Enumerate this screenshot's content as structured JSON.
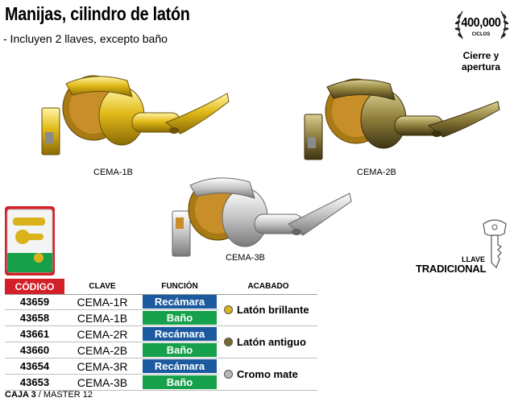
{
  "header": {
    "title": "Manijas, cilindro de latón",
    "subtitle": "- Incluyen 2 llaves, excepto baño"
  },
  "badge": {
    "number": "400,000",
    "unit": "CICLOS",
    "caption_line1": "Cierre y",
    "caption_line2": "apertura"
  },
  "products": {
    "label_1b": "CEMA-1B",
    "label_2b": "CEMA-2B",
    "label_3b": "CEMA-3B"
  },
  "key_label": {
    "line1": "LLAVE",
    "line2": "TRADICIONAL"
  },
  "table": {
    "headers": [
      "CÓDIGO",
      "CLAVE",
      "FUNCIÓN",
      "ACABADO"
    ],
    "rows": [
      {
        "code": "43659",
        "clave": "CEMA-1R",
        "funcion": "Recámara"
      },
      {
        "code": "43658",
        "clave": "CEMA-1B",
        "funcion": "Baño"
      },
      {
        "code": "43661",
        "clave": "CEMA-2R",
        "funcion": "Recámara"
      },
      {
        "code": "43660",
        "clave": "CEMA-2B",
        "funcion": "Baño"
      },
      {
        "code": "43654",
        "clave": "CEMA-3R",
        "funcion": "Recámara"
      },
      {
        "code": "43653",
        "clave": "CEMA-3B",
        "funcion": "Baño"
      }
    ],
    "finishes": [
      {
        "name": "Latón brillante",
        "color": "#d9b21c"
      },
      {
        "name": "Latón antiguo",
        "color": "#7a6a2a"
      },
      {
        "name": "Cromo mate",
        "color": "#b8b8b8"
      }
    ]
  },
  "footer": {
    "caja": "CAJA 3",
    "master": "/ MASTER 12"
  },
  "colors": {
    "codigo_header": "#d32028",
    "recamara": "#1b5a9e",
    "bano": "#17a04b"
  }
}
